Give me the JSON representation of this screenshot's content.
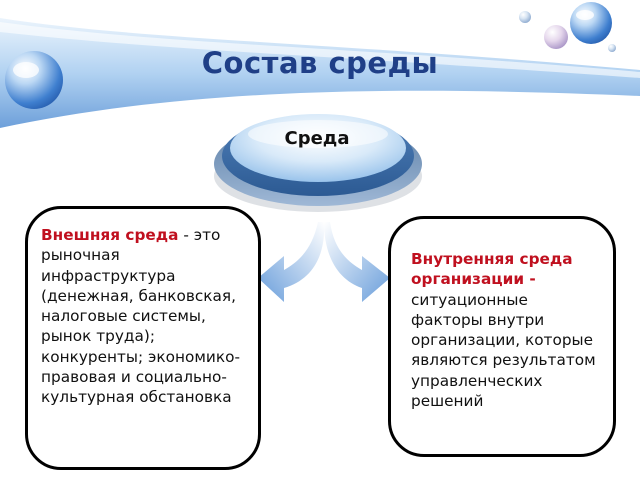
{
  "title": "Состав среды",
  "center": {
    "label": "Среда"
  },
  "external": {
    "term": "Внешняя среда",
    "description": " - это рыночная инфраструктура (денежная, банковская, налоговые системы, рынок труда); конкуренты; экономико-правовая и социально-культурная обстановка"
  },
  "internal": {
    "term": "Внутренняя среда организации -",
    "description": " ситуационные факторы внутри организации, которые являются результатом управленческих решений"
  },
  "colors": {
    "title": "#1f3f87",
    "accent_text": "#c0101f",
    "header_band": "#7fb4e4",
    "arrow": "#6ea3dd"
  }
}
